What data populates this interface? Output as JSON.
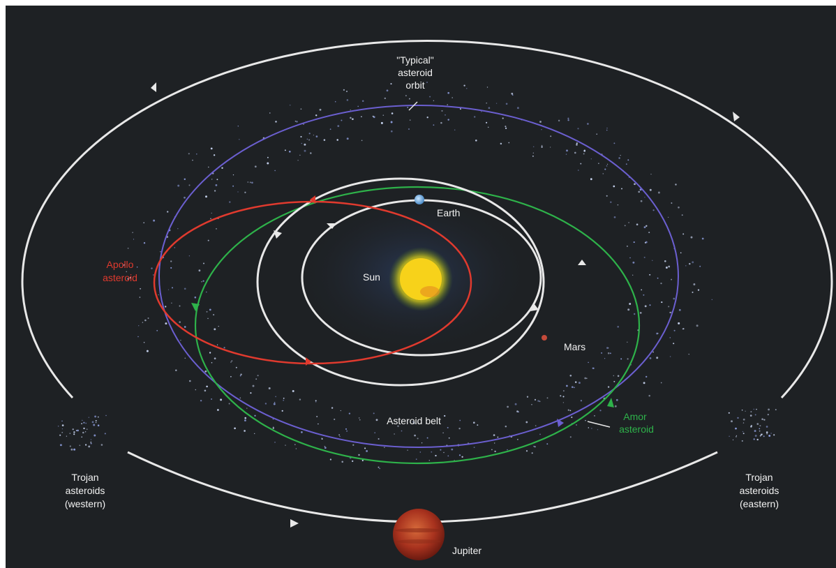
{
  "labels": {
    "typical_line1": "\"Typical\"",
    "typical_line2": "asteroid",
    "typical_line3": "orbit",
    "earth": "Earth",
    "sun": "Sun",
    "mars": "Mars",
    "apollo_line1": "Apollo",
    "apollo_line2": "asteroid",
    "asteroid_belt": "Asteroid belt",
    "amor_line1": "Amor",
    "amor_line2": "asteroid",
    "trojan_west_line1": "Trojan",
    "trojan_west_line2": "asteroids",
    "trojan_west_line3": "(western)",
    "trojan_east_line1": "Trojan",
    "trojan_east_line2": "asteroids",
    "trojan_east_line3": "(eastern)",
    "jupiter": "Jupiter"
  },
  "colors": {
    "background": "#1e2124",
    "orbit_white": "#e8e8e8",
    "typical_orbit": "#6b5fd0",
    "apollo": "#e03a2e",
    "amor": "#2eb24a",
    "sun": "#f7d21a",
    "earth": "#6fb4e8",
    "jupiter": "#b8402a",
    "mars": "#c44a3a",
    "label_white": "#f2f2f2"
  }
}
